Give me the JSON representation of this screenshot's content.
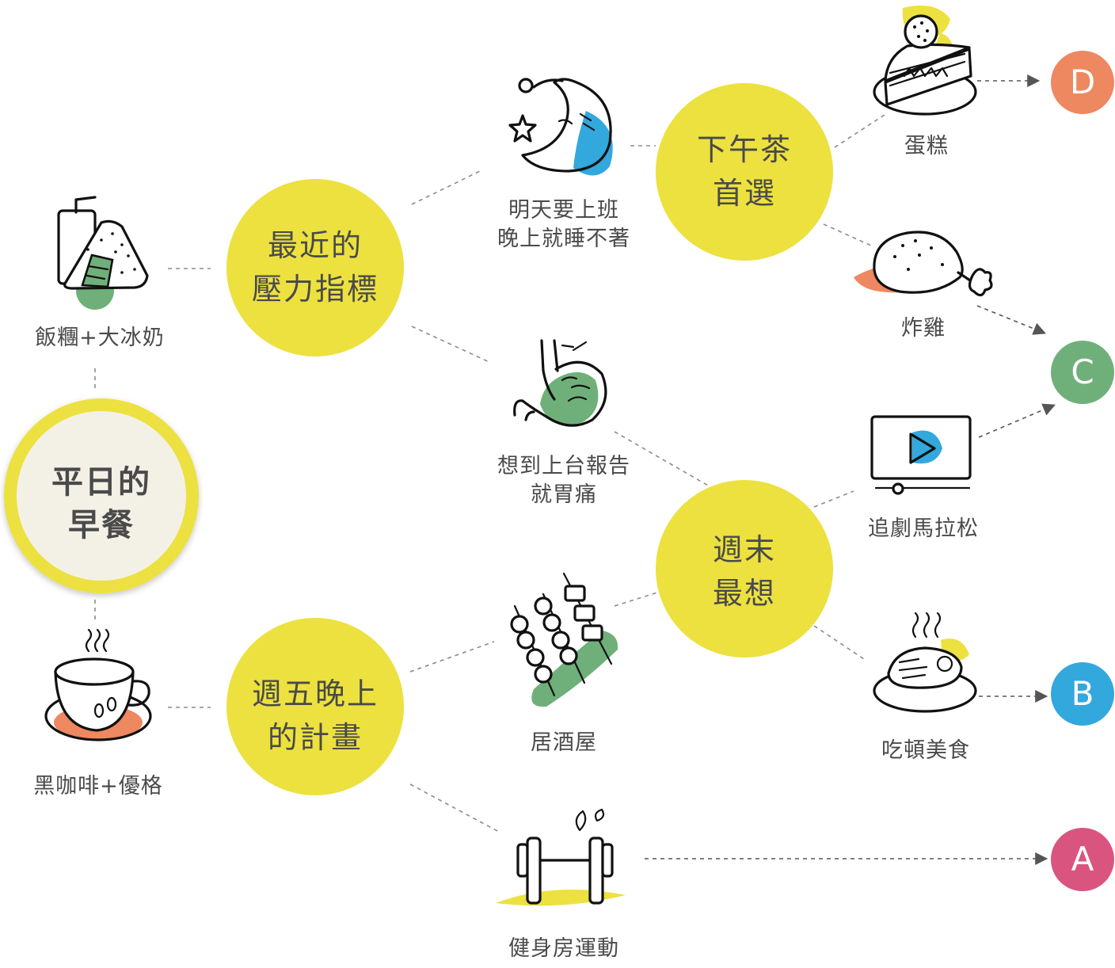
{
  "start": {
    "label": "平日的\n早餐"
  },
  "breakfast_options": [
    {
      "label": "飯糰+大冰奶",
      "icon": "rice-ball-milk-tea-icon"
    },
    {
      "label": "黑咖啡+優格",
      "icon": "coffee-cup-icon"
    }
  ],
  "questions": {
    "stress": "最近的\n壓力指標",
    "friday": "週五晚上\n的計畫",
    "tea": "下午茶\n首選",
    "weekend": "週末\n最想"
  },
  "answers": {
    "insomnia": "明天要上班\n晚上就睡不著",
    "stomach": "想到上台報告\n就胃痛",
    "izakaya": "居酒屋",
    "gym": "健身房運動",
    "cake": "蛋糕",
    "fried_chicken": "炸雞",
    "drama": "追劇馬拉松",
    "feast": "吃頓美食"
  },
  "icons": {
    "insomnia": "sleeping-moon-icon",
    "stomach": "stomach-ache-icon",
    "izakaya": "skewers-icon",
    "gym": "dumbbell-icon",
    "cake": "cake-slice-icon",
    "fried_chicken": "chicken-drumstick-icon",
    "drama": "video-player-icon",
    "feast": "steak-plate-icon"
  },
  "results": [
    {
      "key": "A",
      "label": "A",
      "color": "#d9557f"
    },
    {
      "key": "B",
      "label": "B",
      "color": "#32a8dd"
    },
    {
      "key": "C",
      "label": "C",
      "color": "#6fb07a"
    },
    {
      "key": "D",
      "label": "D",
      "color": "#ee8860"
    }
  ],
  "colors": {
    "question_fill": "#ece13f",
    "start_fill": "#f3f1e6",
    "start_ring": "#ece13f",
    "accent_green": "#6fb07a",
    "accent_blue": "#32a8dd",
    "accent_orange": "#ee8860",
    "accent_yellow": "#ece13f",
    "text": "#4a4a4a"
  }
}
